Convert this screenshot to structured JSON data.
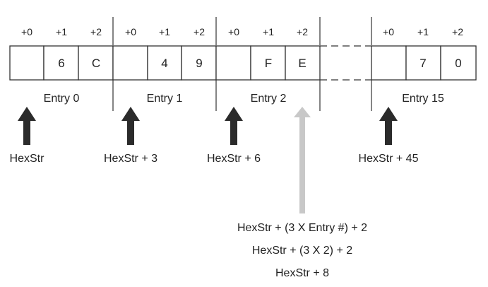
{
  "offset_labels": [
    "+0",
    "+1",
    "+2"
  ],
  "entries": [
    {
      "label": "Entry 0",
      "cells": [
        "",
        "6",
        "C"
      ]
    },
    {
      "label": "Entry 1",
      "cells": [
        "",
        "4",
        "9"
      ]
    },
    {
      "label": "Entry 2",
      "cells": [
        "",
        "F",
        "E"
      ]
    },
    {
      "label": "Entry 15",
      "cells": [
        "",
        "7",
        "0"
      ]
    }
  ],
  "pointers": [
    {
      "label": "HexStr"
    },
    {
      "label": "HexStr + 3"
    },
    {
      "label": "HexStr + 6"
    },
    {
      "label": "HexStr + 45"
    }
  ],
  "calculation": {
    "lines": [
      "HexStr + (3 X Entry #) + 2",
      "HexStr + (3 X 2) + 2",
      "HexStr + 8"
    ]
  },
  "colors": {
    "arrow_dark": "#2b2b2b",
    "arrow_light": "#c8c8c8",
    "line": "#333333"
  }
}
